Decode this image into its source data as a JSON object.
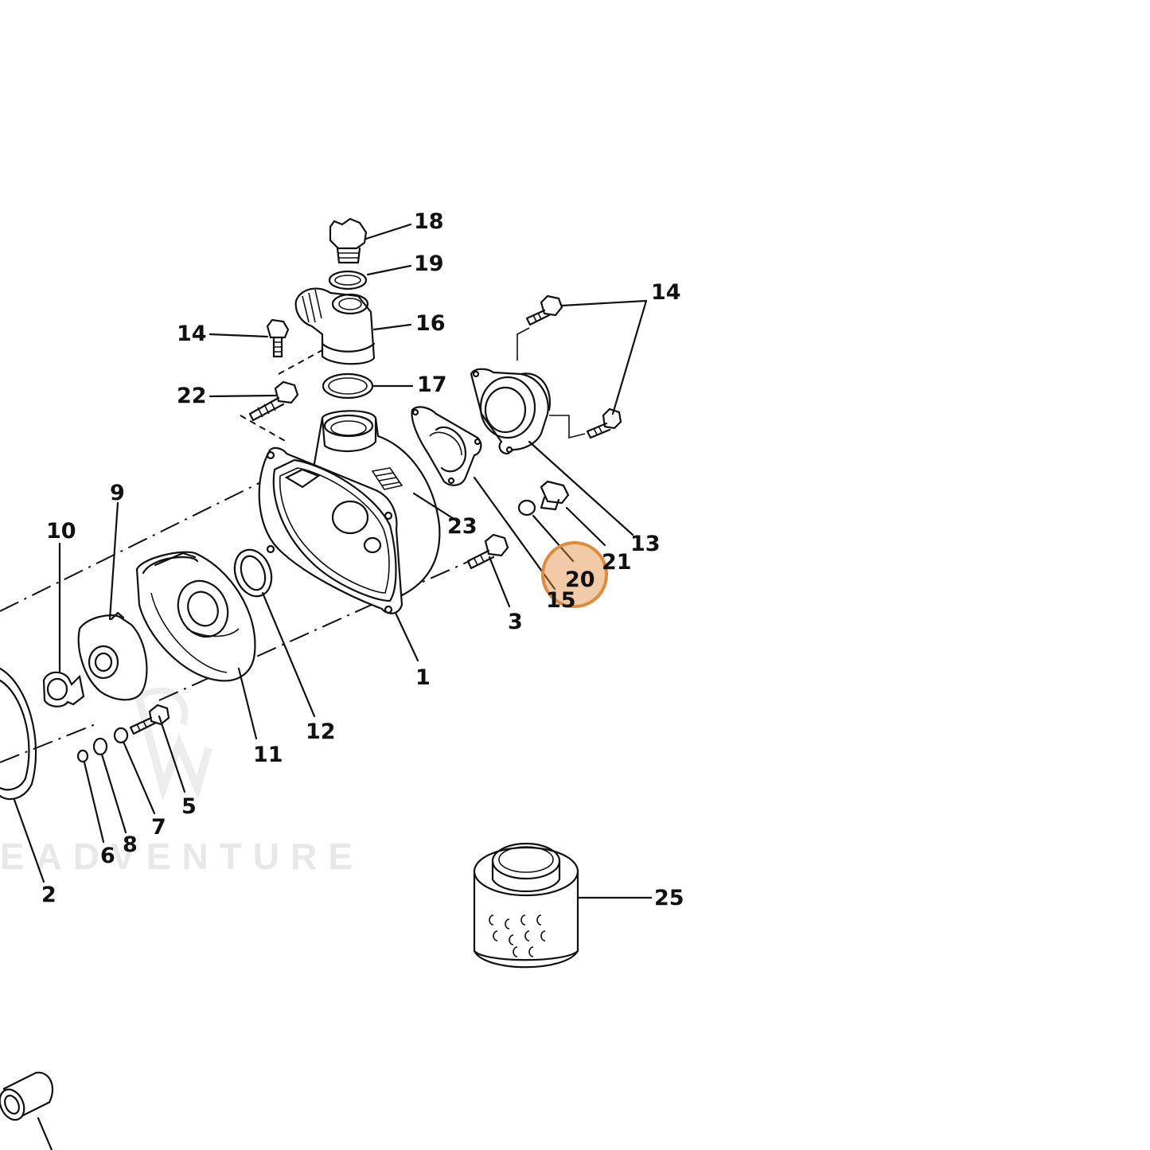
{
  "watermark": "EADVENTURE",
  "highlight": {
    "part": "20",
    "color": "#e08a3c"
  },
  "labels": [
    {
      "id": "18",
      "text": "18"
    },
    {
      "id": "19",
      "text": "19"
    },
    {
      "id": "16",
      "text": "16"
    },
    {
      "id": "14a",
      "text": "14"
    },
    {
      "id": "14b",
      "text": "14"
    },
    {
      "id": "17",
      "text": "17"
    },
    {
      "id": "22",
      "text": "22"
    },
    {
      "id": "23",
      "text": "23"
    },
    {
      "id": "13",
      "text": "13"
    },
    {
      "id": "21",
      "text": "21"
    },
    {
      "id": "20",
      "text": "20"
    },
    {
      "id": "15",
      "text": "15"
    },
    {
      "id": "3",
      "text": "3"
    },
    {
      "id": "1",
      "text": "1"
    },
    {
      "id": "9",
      "text": "9"
    },
    {
      "id": "10",
      "text": "10"
    },
    {
      "id": "11",
      "text": "11"
    },
    {
      "id": "12",
      "text": "12"
    },
    {
      "id": "5",
      "text": "5"
    },
    {
      "id": "7",
      "text": "7"
    },
    {
      "id": "8",
      "text": "8"
    },
    {
      "id": "6",
      "text": "6"
    },
    {
      "id": "2",
      "text": "2"
    },
    {
      "id": "25",
      "text": "25"
    }
  ]
}
